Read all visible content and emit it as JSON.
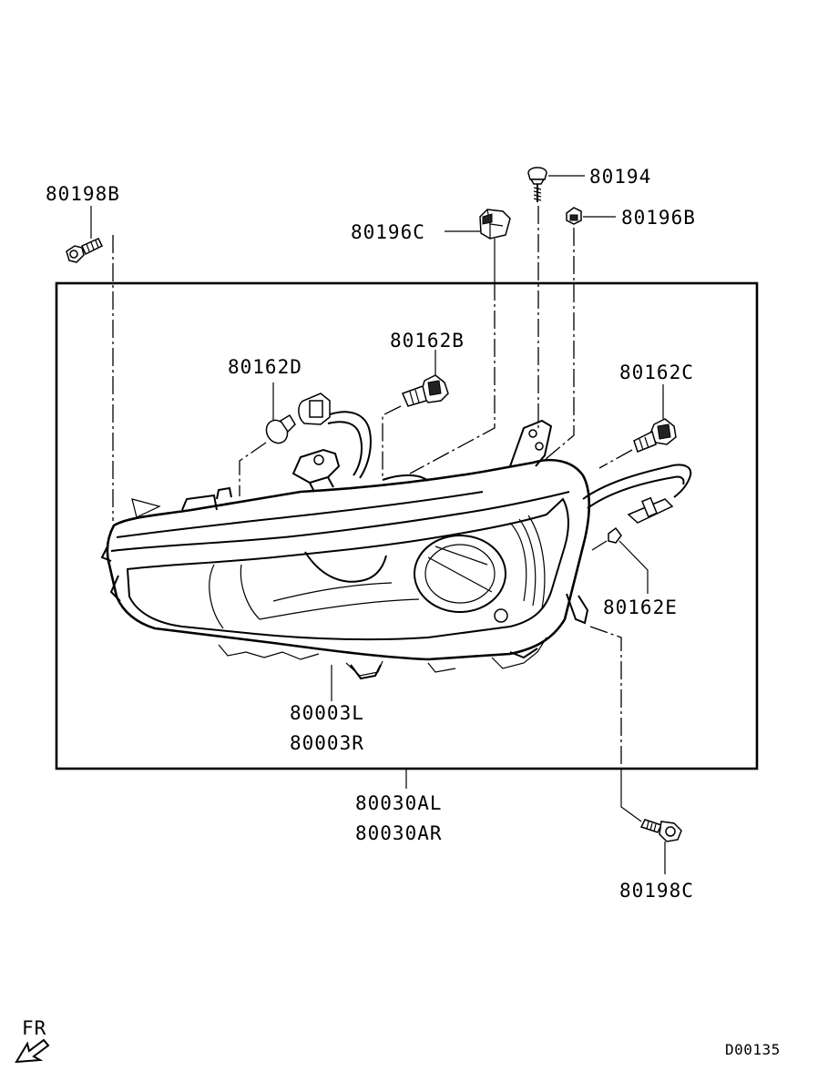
{
  "labels": {
    "p80198B": "80198B",
    "p80196C": "80196C",
    "p80194": "80194",
    "p80196B": "80196B",
    "p80162B": "80162B",
    "p80162D": "80162D",
    "p80162C": "80162C",
    "p80162E": "80162E",
    "p80003L": "80003L",
    "p80003R": "80003R",
    "p80030AL": "80030AL",
    "p80030AR": "80030AR",
    "p80198C": "80198C"
  },
  "direction": "FR",
  "diagram_code": "D00135"
}
